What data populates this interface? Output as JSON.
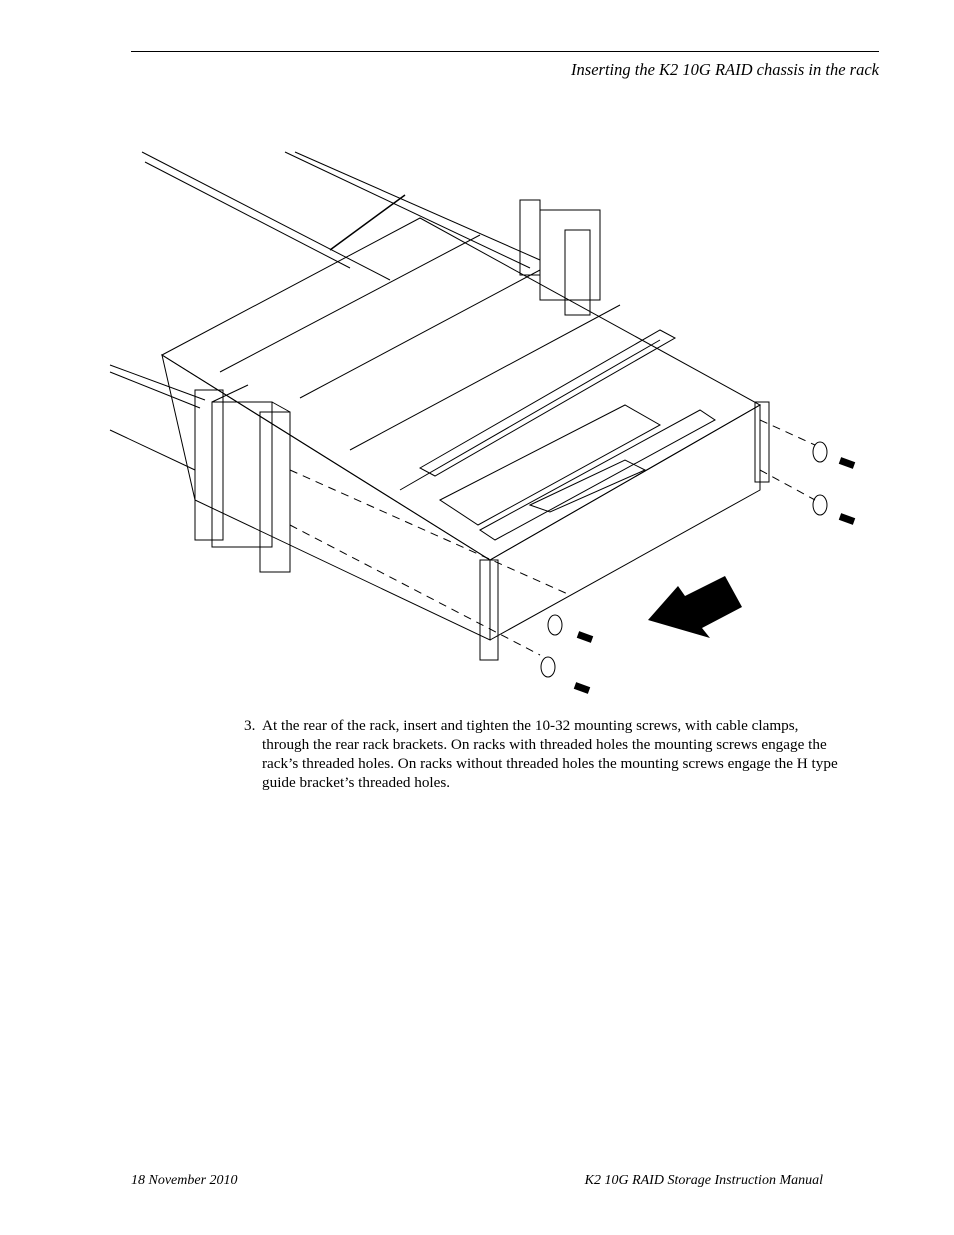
{
  "header": {
    "section_title": "Inserting the K2 10G RAID chassis in the rack"
  },
  "figure": {
    "subject": "chassis-rack-installation-illustration"
  },
  "steps": [
    {
      "number": "3.",
      "text": "At the rear of the rack, insert and tighten the 10-32 mounting screws, with cable clamps, through the rear rack brackets. On racks with threaded holes the mounting screws engage the rack’s threaded holes. On racks without threaded holes the mounting screws engage the H type guide bracket’s threaded holes."
    }
  ],
  "footer": {
    "date": "18 November 2010",
    "manual_title": "K2 10G RAID Storage Instruction Manual"
  }
}
